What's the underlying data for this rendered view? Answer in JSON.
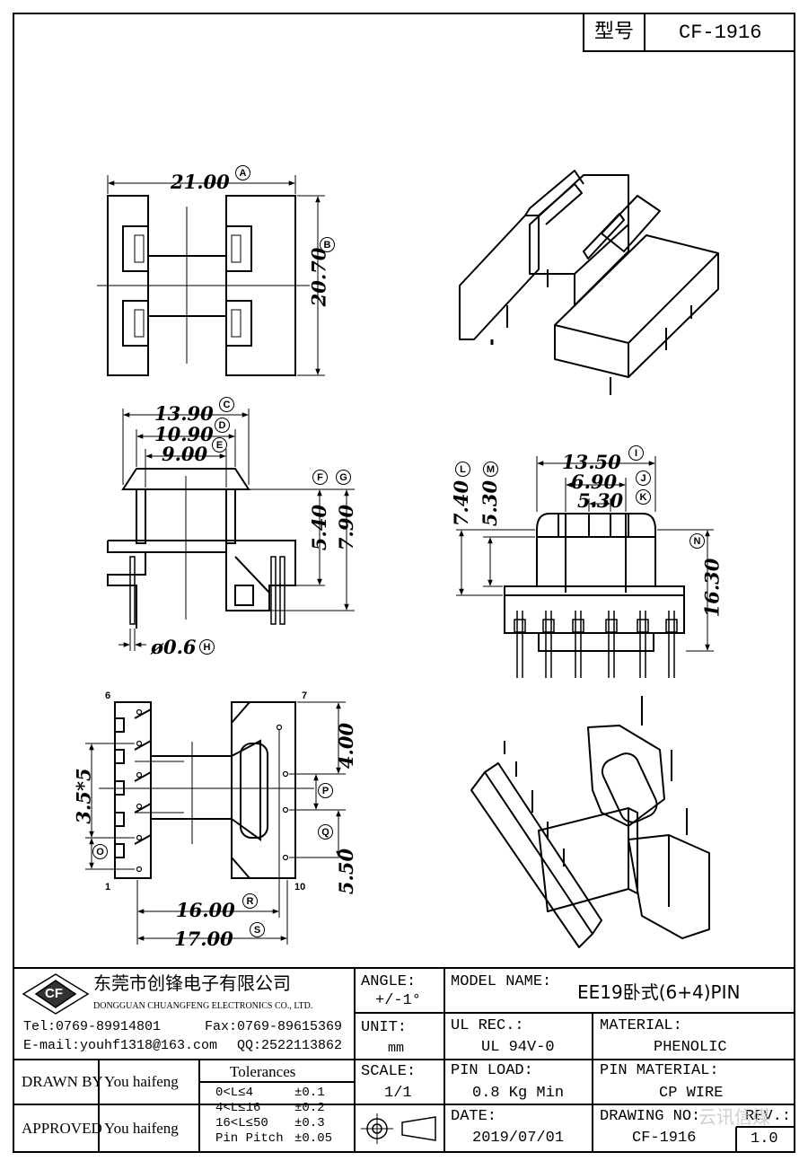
{
  "header": {
    "model_label": "型号",
    "model_value": "CF-1916"
  },
  "dimensions": {
    "top_width": "21.00",
    "top_height": "20.70",
    "side_w1": "13.90",
    "side_w2": "10.90",
    "side_w3": "9.00",
    "side_h1": "5.40",
    "side_h2": "7.90",
    "pin_dia": "ø0.6",
    "front_w1": "13.50",
    "front_w2": "6.90",
    "front_w3": "5.30",
    "front_h1": "7.40",
    "front_h2": "5.30",
    "front_h3": "16.30",
    "bottom_pitch": "3.5*5",
    "bottom_h1": "4.00",
    "bottom_h2": "5.50",
    "bottom_w1": "16.00",
    "bottom_w2": "17.00"
  },
  "markers": {
    "A": "A",
    "B": "B",
    "C": "C",
    "D": "D",
    "E": "E",
    "F": "F",
    "G": "G",
    "H": "H",
    "I": "I",
    "J": "J",
    "K": "K",
    "L": "L",
    "M": "M",
    "N": "N",
    "O": "O",
    "P": "P",
    "Q": "Q",
    "R": "R",
    "S": "S"
  },
  "pin_numbers": {
    "p6": "6",
    "p7": "7",
    "p1": "1",
    "p10": "10"
  },
  "title_block": {
    "company_cn": "东莞市创锋电子有限公司",
    "company_en": "DONGGUAN CHUANGFENG ELECTRONICS CO., LTD.",
    "logo_text": "CF",
    "tel": "Tel:0769-89914801",
    "fax": "Fax:0769-89615369",
    "email": "E-mail:youhf1318@163.com",
    "qq": "QQ:2522113862",
    "drawn_by_label": "DRAWN BY",
    "drawn_by": "You haifeng",
    "approved_label": "APPROVED",
    "approved_by": "You haifeng",
    "tolerances_label": "Tolerances",
    "tolerances": [
      {
        "range": "0<L≤4",
        "tol": "±0.1"
      },
      {
        "range": "4<L≤16",
        "tol": "±0.2"
      },
      {
        "range": "16<L≤50",
        "tol": "±0.3"
      },
      {
        "range": "Pin Pitch",
        "tol": "±0.05"
      }
    ],
    "angle_label": "ANGLE:",
    "angle": "+/-1°",
    "unit_label": "UNIT:",
    "unit": "mm",
    "scale_label": "SCALE:",
    "scale": "1/1",
    "model_name_label": "MODEL NAME:",
    "model_name": "EE19卧式(6+4)PIN",
    "ul_label": "UL REC.:",
    "ul": "UL 94V-0",
    "material_label": "MATERIAL:",
    "material": "PHENOLIC",
    "pin_load_label": "PIN LOAD:",
    "pin_load": "0.8 Kg Min",
    "pin_material_label": "PIN MATERIAL:",
    "pin_material": "CP WIRE",
    "date_label": "DATE:",
    "date": "2019/07/01",
    "drawing_no_label": "DRAWING NO:",
    "drawing_no": "CF-1916",
    "rev_label": "REV.:",
    "rev": "1.0",
    "watermark": "云讯信媒"
  }
}
